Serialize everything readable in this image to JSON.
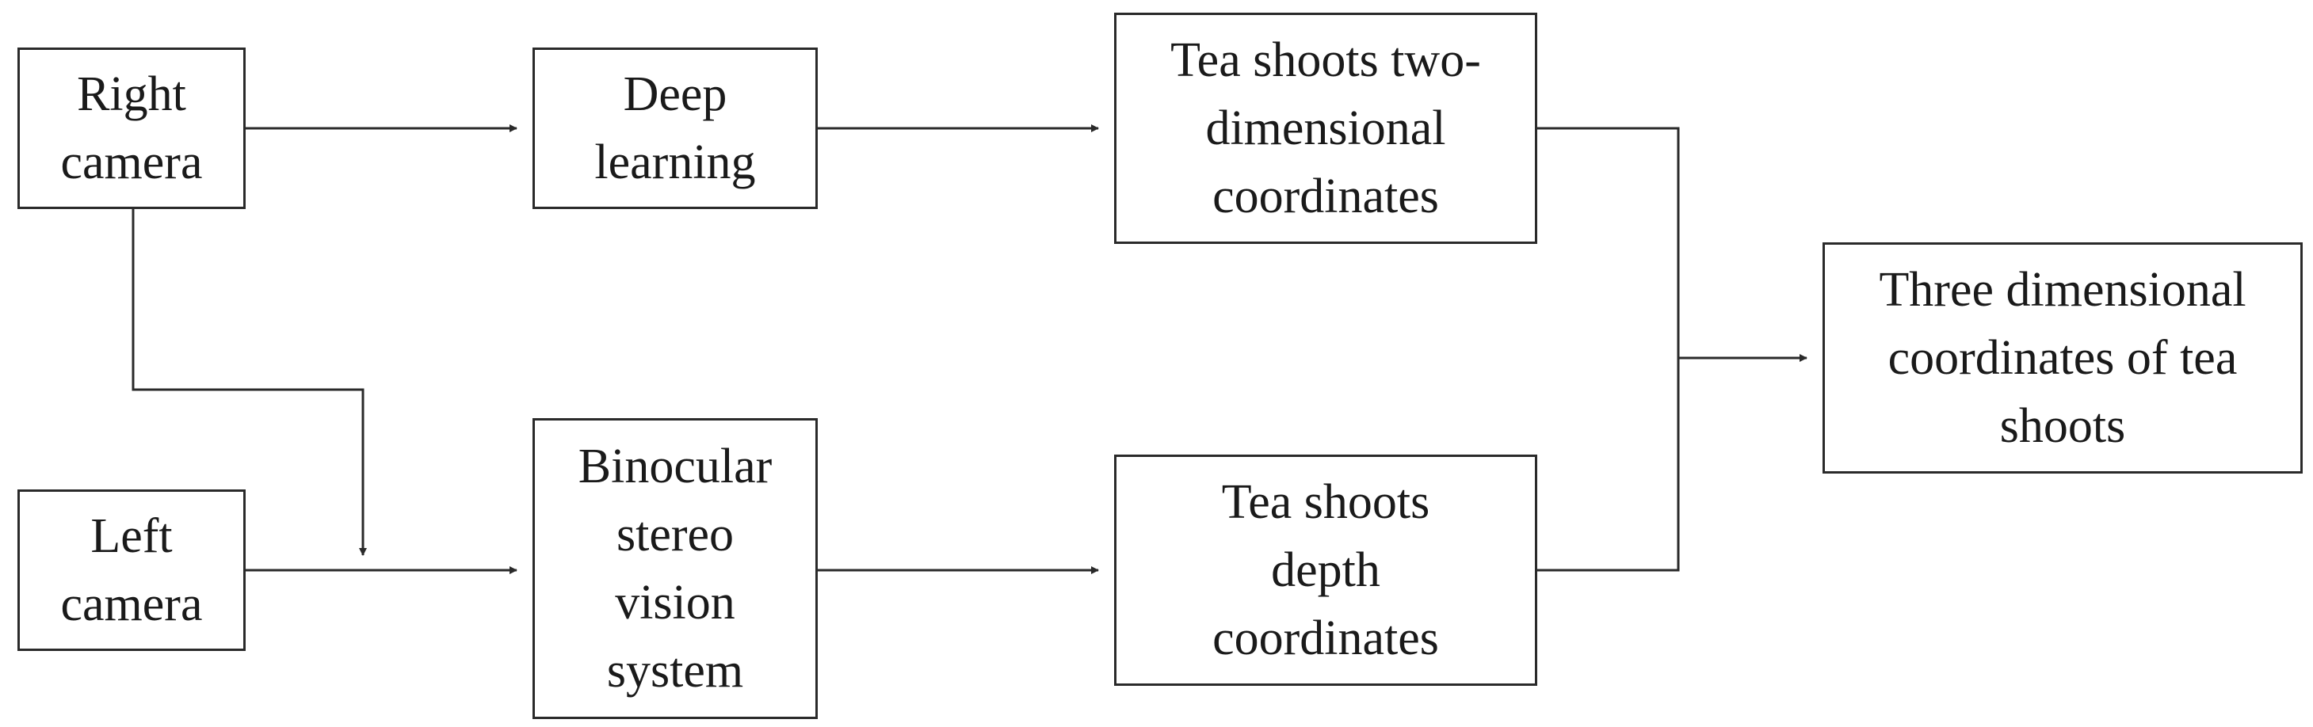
{
  "nodes": {
    "right_camera": "Right\ncamera",
    "left_camera": "Left\ncamera",
    "deep_learning": "Deep\nlearning",
    "binocular": "Binocular\nstereo\nvision\nsystem",
    "tea_2d": "Tea shoots two-\ndimensional\ncoordinates",
    "tea_depth": "Tea shoots\ndepth\ncoordinates",
    "three_d": "Three dimensional\ncoordinates of tea\nshoots"
  },
  "edges": [
    {
      "from": "right_camera",
      "to": "deep_learning"
    },
    {
      "from": "right_camera",
      "to": "binocular"
    },
    {
      "from": "left_camera",
      "to": "binocular"
    },
    {
      "from": "deep_learning",
      "to": "tea_2d"
    },
    {
      "from": "binocular",
      "to": "tea_depth"
    },
    {
      "from": "tea_2d",
      "to": "three_d"
    },
    {
      "from": "tea_depth",
      "to": "three_d"
    }
  ],
  "colors": {
    "stroke": "#2a2a2a",
    "text": "#1a1a1a",
    "background": "#ffffff"
  }
}
